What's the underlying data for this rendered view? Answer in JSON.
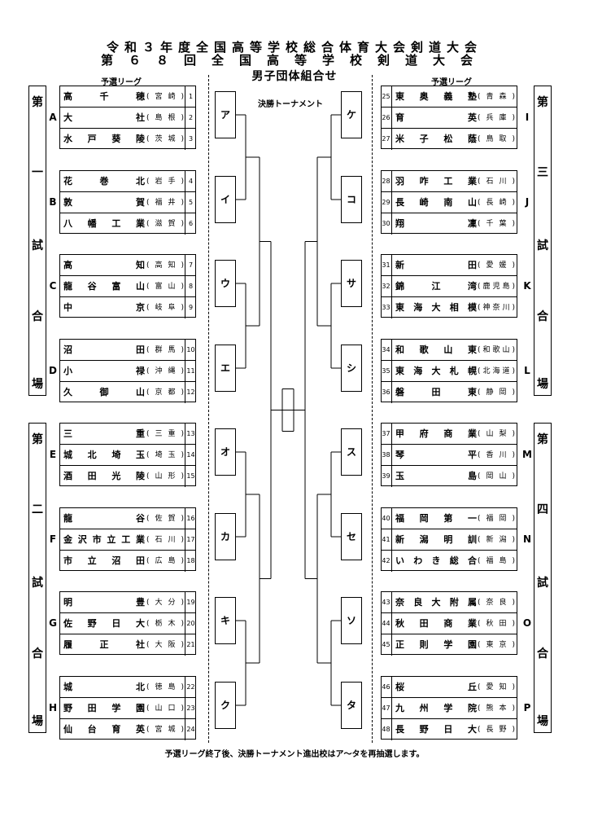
{
  "title_line1": "令和３年度全国高等学校総合体育大会剣道大会",
  "title_line2": "第６８回全国高等学校剣道大会",
  "title_line3": "男子団体組合せ",
  "label_prelim_left": "予選リーグ",
  "label_prelim_right": "予選リーグ",
  "label_final": "決勝トーナメント",
  "note": "予選リーグ終了後、決勝トーナメント進出校はア～タを再抽選します。",
  "venues": [
    {
      "chars": [
        "第",
        "一",
        "試",
        "合",
        "場"
      ]
    },
    {
      "chars": [
        "第",
        "二",
        "試",
        "合",
        "場"
      ]
    },
    {
      "chars": [
        "第",
        "三",
        "試",
        "合",
        "場"
      ]
    },
    {
      "chars": [
        "第",
        "四",
        "試",
        "合",
        "場"
      ]
    }
  ],
  "left_groups": [
    {
      "letter": "A",
      "schools": [
        {
          "num": "1",
          "name": "高千穂",
          "pref": "宮崎"
        },
        {
          "num": "2",
          "name": "大社",
          "pref": "島根"
        },
        {
          "num": "3",
          "name": "水戸葵陵",
          "pref": "茨城"
        }
      ]
    },
    {
      "letter": "B",
      "schools": [
        {
          "num": "4",
          "name": "花巻北",
          "pref": "岩手"
        },
        {
          "num": "5",
          "name": "敦賀",
          "pref": "福井"
        },
        {
          "num": "6",
          "name": "八幡工業",
          "pref": "滋賀"
        }
      ]
    },
    {
      "letter": "C",
      "schools": [
        {
          "num": "7",
          "name": "高知",
          "pref": "高知"
        },
        {
          "num": "8",
          "name": "龍谷富山",
          "pref": "富山"
        },
        {
          "num": "9",
          "name": "中京",
          "pref": "岐阜"
        }
      ]
    },
    {
      "letter": "D",
      "schools": [
        {
          "num": "10",
          "name": "沼田",
          "pref": "群馬"
        },
        {
          "num": "11",
          "name": "小禄",
          "pref": "沖縄"
        },
        {
          "num": "12",
          "name": "久御山",
          "pref": "京都"
        }
      ]
    },
    {
      "letter": "E",
      "schools": [
        {
          "num": "13",
          "name": "三重",
          "pref": "三重"
        },
        {
          "num": "14",
          "name": "城北埼玉",
          "pref": "埼玉"
        },
        {
          "num": "15",
          "name": "酒田光陵",
          "pref": "山形"
        }
      ]
    },
    {
      "letter": "F",
      "schools": [
        {
          "num": "16",
          "name": "龍谷",
          "pref": "佐賀"
        },
        {
          "num": "17",
          "name": "金沢市立工業",
          "pref": "石川"
        },
        {
          "num": "18",
          "name": "市立沼田",
          "pref": "広島"
        }
      ]
    },
    {
      "letter": "G",
      "schools": [
        {
          "num": "19",
          "name": "明豊",
          "pref": "大分"
        },
        {
          "num": "20",
          "name": "佐野日大",
          "pref": "栃木"
        },
        {
          "num": "21",
          "name": "履正社",
          "pref": "大阪"
        }
      ]
    },
    {
      "letter": "H",
      "schools": [
        {
          "num": "22",
          "name": "城北",
          "pref": "徳島"
        },
        {
          "num": "23",
          "name": "野田学園",
          "pref": "山口"
        },
        {
          "num": "24",
          "name": "仙台育英",
          "pref": "宮城"
        }
      ]
    }
  ],
  "right_groups": [
    {
      "letter": "I",
      "schools": [
        {
          "num": "25",
          "name": "東奥義塾",
          "pref": "青森"
        },
        {
          "num": "26",
          "name": "育英",
          "pref": "兵庫"
        },
        {
          "num": "27",
          "name": "米子松蔭",
          "pref": "鳥取"
        }
      ]
    },
    {
      "letter": "J",
      "schools": [
        {
          "num": "28",
          "name": "羽咋工業",
          "pref": "石川"
        },
        {
          "num": "29",
          "name": "長崎南山",
          "pref": "長崎"
        },
        {
          "num": "30",
          "name": "翔凜",
          "pref": "千葉"
        }
      ]
    },
    {
      "letter": "K",
      "schools": [
        {
          "num": "31",
          "name": "新田",
          "pref": "愛媛"
        },
        {
          "num": "32",
          "name": "錦江湾",
          "pref": "鹿児島"
        },
        {
          "num": "33",
          "name": "東海大相模",
          "pref": "神奈川"
        }
      ]
    },
    {
      "letter": "L",
      "schools": [
        {
          "num": "34",
          "name": "和歌山東",
          "pref": "和歌山"
        },
        {
          "num": "35",
          "name": "東海大札幌",
          "pref": "北海道"
        },
        {
          "num": "36",
          "name": "磐田東",
          "pref": "静岡"
        }
      ]
    },
    {
      "letter": "M",
      "schools": [
        {
          "num": "37",
          "name": "甲府商業",
          "pref": "山梨"
        },
        {
          "num": "38",
          "name": "琴平",
          "pref": "香川"
        },
        {
          "num": "39",
          "name": "玉島",
          "pref": "岡山"
        }
      ]
    },
    {
      "letter": "N",
      "schools": [
        {
          "num": "40",
          "name": "福岡第一",
          "pref": "福岡"
        },
        {
          "num": "41",
          "name": "新潟明訓",
          "pref": "新潟"
        },
        {
          "num": "42",
          "name": "いわき総合",
          "pref": "福島"
        }
      ]
    },
    {
      "letter": "O",
      "schools": [
        {
          "num": "43",
          "name": "奈良大附属",
          "pref": "奈良"
        },
        {
          "num": "44",
          "name": "秋田商業",
          "pref": "秋田"
        },
        {
          "num": "45",
          "name": "正則学園",
          "pref": "東京"
        }
      ]
    },
    {
      "letter": "P",
      "schools": [
        {
          "num": "46",
          "name": "桜丘",
          "pref": "愛知"
        },
        {
          "num": "47",
          "name": "九州学院",
          "pref": "熊本"
        },
        {
          "num": "48",
          "name": "長野日大",
          "pref": "長野"
        }
      ]
    }
  ],
  "tournament_left": [
    "ア",
    "イ",
    "ウ",
    "エ",
    "オ",
    "カ",
    "キ",
    "ク"
  ],
  "tournament_right": [
    "ケ",
    "コ",
    "サ",
    "シ",
    "ス",
    "セ",
    "ソ",
    "タ"
  ]
}
